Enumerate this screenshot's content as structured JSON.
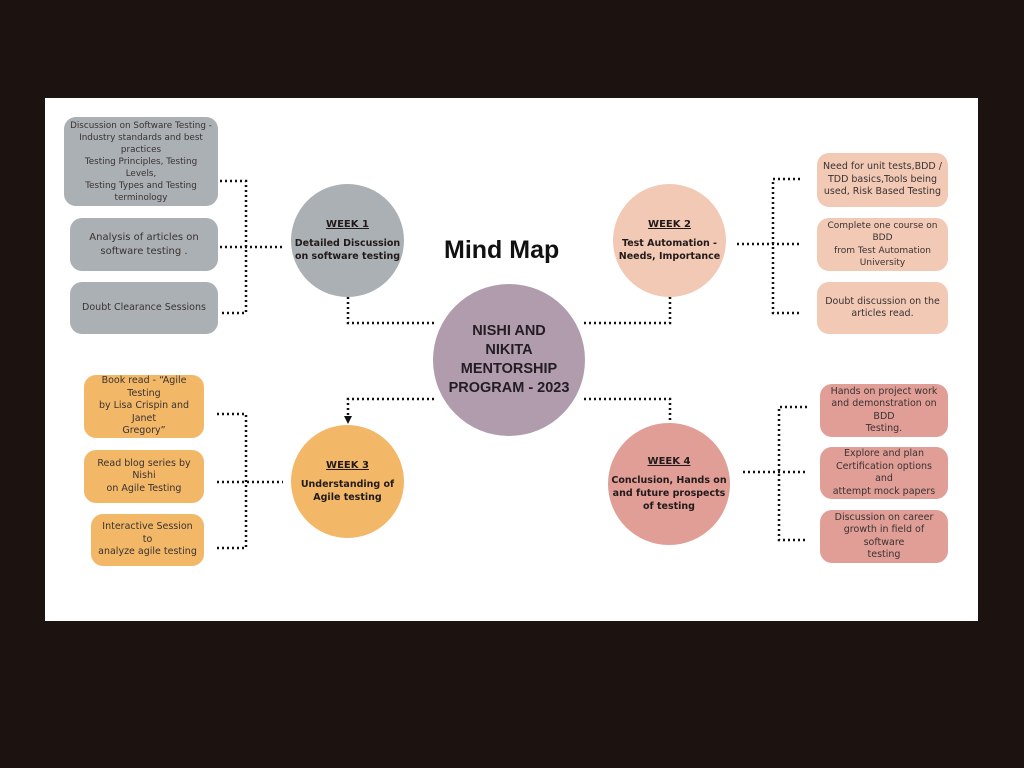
{
  "title": "Mind Map",
  "center": {
    "text": "NISHI AND\nNIKITA\nMENTORSHIP\nPROGRAM - 2023",
    "color": "#b19cae"
  },
  "weeks": [
    {
      "label": "WEEK 1",
      "text": "Detailed Discussion\non software testing",
      "color": "#aab0b3",
      "items": [
        "Discussion on  Software Testing -\nIndustry standards and best\npractices\nTesting Principles, Testing Levels,\nTesting Types and Testing\nterminology",
        "Analysis of articles on\nsoftware testing .",
        "Doubt Clearance Sessions"
      ]
    },
    {
      "label": "WEEK 2",
      "text": "Test Automation -\nNeeds, Importance",
      "color": "#f2c9b5",
      "items": [
        "Need for unit tests,BDD /\nTDD basics,Tools being\nused, Risk Based Testing",
        "Complete one course on BDD\nfrom Test Automation\nUniversity",
        "Doubt discussion on the\narticles read."
      ]
    },
    {
      "label": "WEEK 3",
      "text": "Understanding of\nAgile testing",
      "color": "#f2b867",
      "items": [
        "Book read - “Agile Testing\nby Lisa Crispin and Janet\nGregory”",
        "Read blog series by Nishi\non Agile Testing",
        "Interactive Session to\nanalyze agile testing"
      ]
    },
    {
      "label": "WEEK 4",
      "text": "Conclusion, Hands on\nand future prospects\nof testing",
      "color": "#e09e97",
      "items": [
        "Hands on project work\nand demonstration on BDD\nTesting.",
        "Explore and plan\nCertification options and\nattempt mock papers",
        "Discussion on career\ngrowth in field of software\ntesting"
      ]
    }
  ]
}
